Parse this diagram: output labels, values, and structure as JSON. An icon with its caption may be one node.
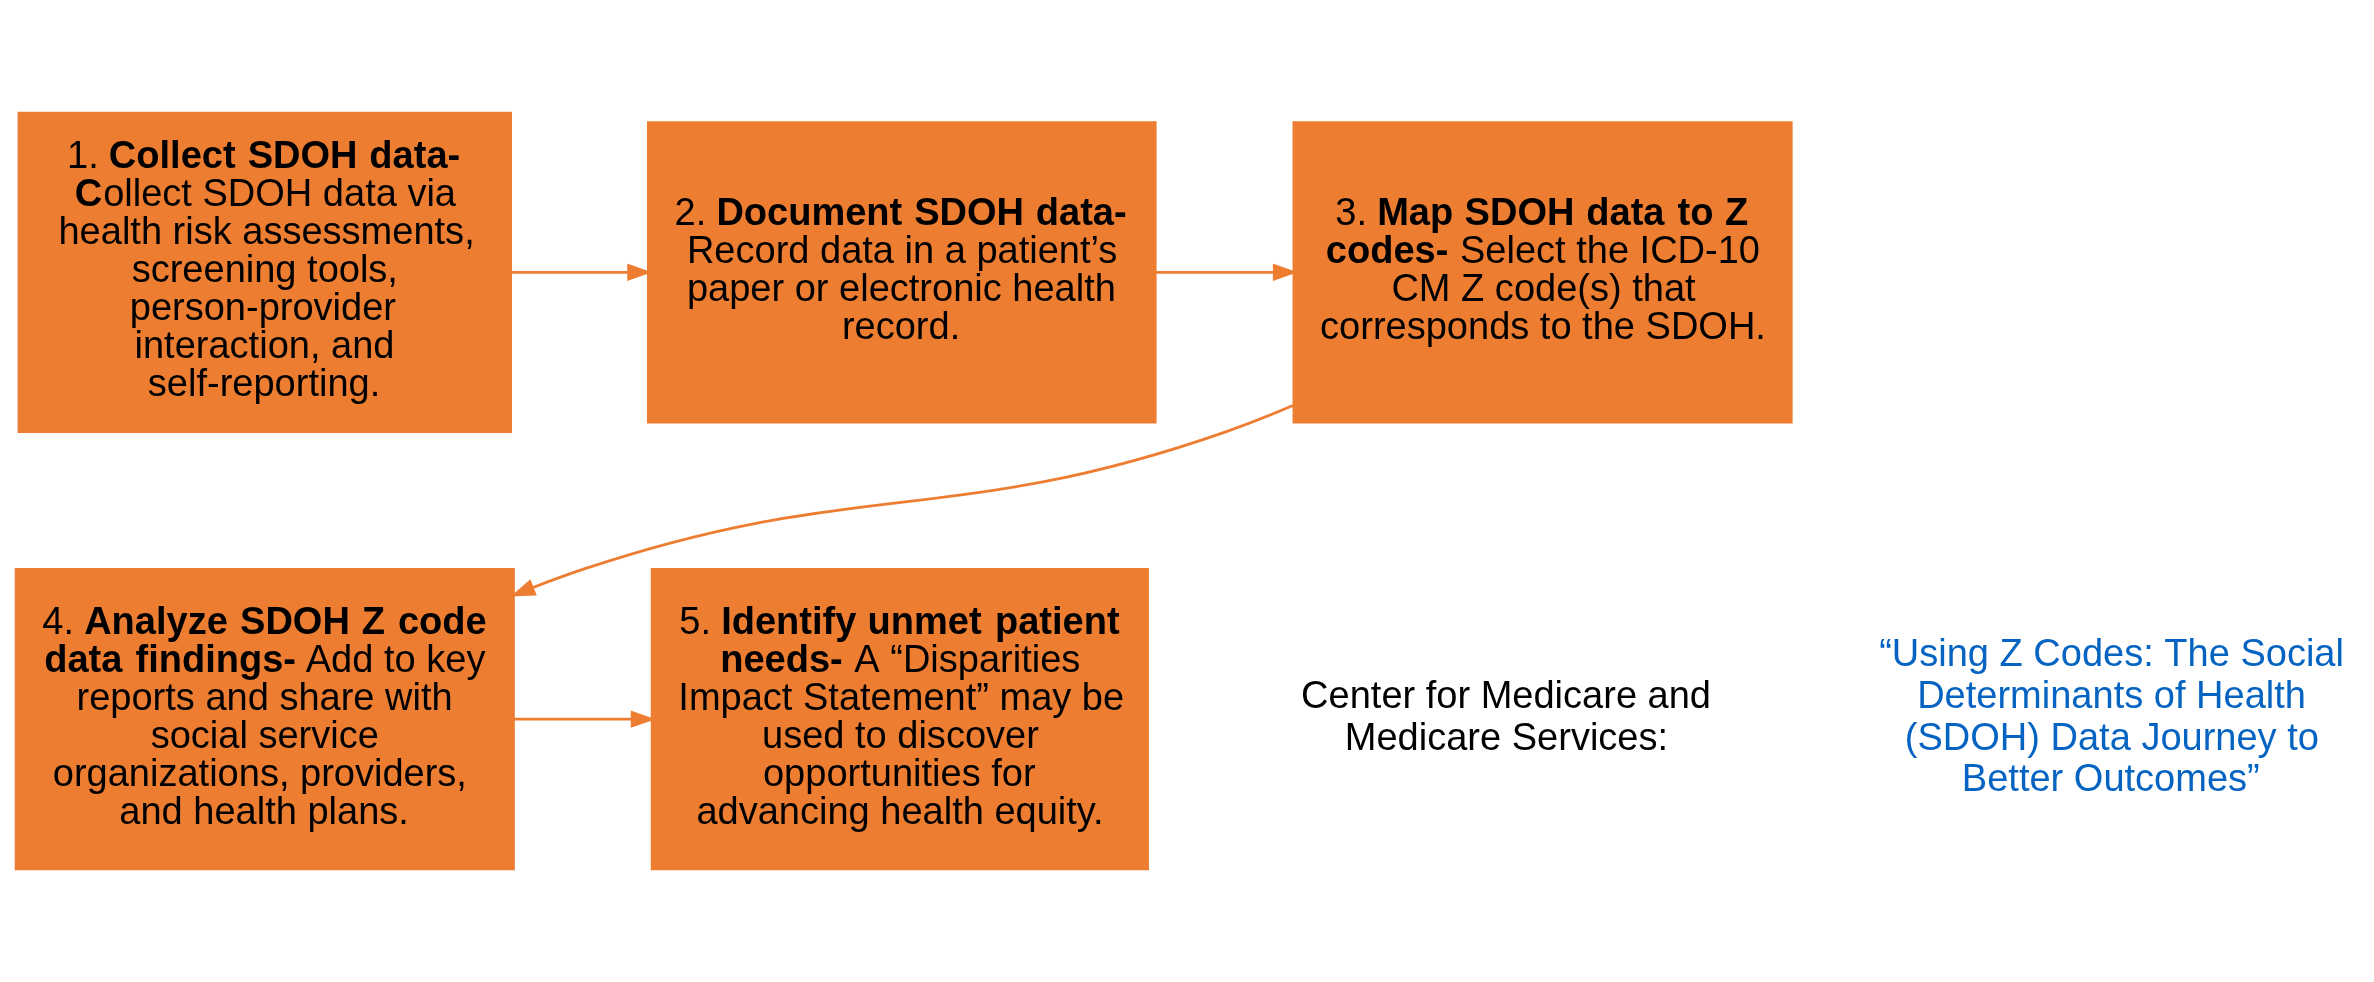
{
  "diagram": {
    "nodes": [
      {
        "text": [
          "1. **Collect SDOH data- C**ollect SDOH data via health risk assessments, screening tools, person-provider interaction, and self-reporting."
        ]
      },
      {
        "text": [
          "2. **Document SDOH data-** Record data in a patient’s paper or electronic health record."
        ]
      },
      {
        "text": [
          "3. **Map SDOH data to Z codes-** Select the ICD-10 CM Z code(s) that corresponds to the SDOH."
        ]
      },
      {
        "text": [
          "4. **Analyze SDOH Z code data findings-** Add to key reports and share with social service organizations, providers,  and health plans."
        ]
      },
      {
        "text": [
          "5. **Identify unmet patient needs-** A “Disparities Impact Statement” may be used to discover opportunities for advancing health equity."
        ]
      }
    ],
    "edges": [
      {
        "from": 0,
        "to": 1,
        "arrow": "to"
      },
      {
        "from": 1,
        "to": 2,
        "arrow": "to"
      },
      {
        "from": 2,
        "to": 3,
        "arrow": "to"
      },
      {
        "from": 3,
        "to": 4,
        "arrow": "to"
      }
    ],
    "labels": [
      "Center for Medicare and Medicare Services:",
      "“Using Z Codes: The Social Determinants of Health (SDOH) Data Journey to Better Outcomes”"
    ]
  }
}
